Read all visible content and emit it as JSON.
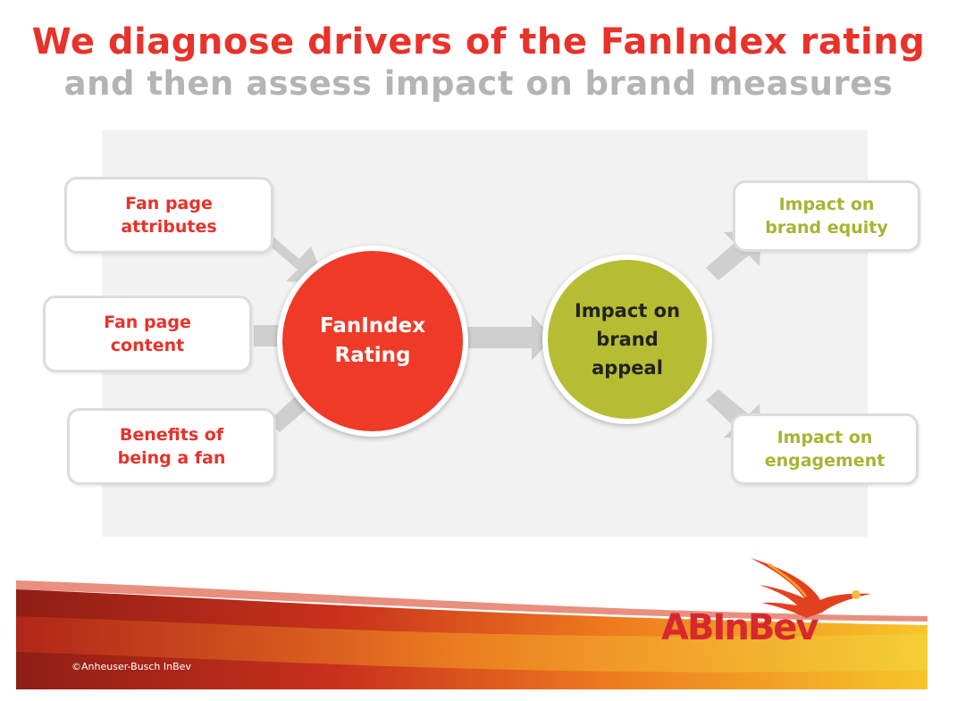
{
  "title": {
    "line1": "We diagnose drivers of the FanIndex rating",
    "line2": "and then assess impact on brand measures"
  },
  "inputs": [
    {
      "line1": "Fan page",
      "line2": "attributes"
    },
    {
      "line1": "Fan page",
      "line2": "content"
    },
    {
      "line1": "Benefits of",
      "line2": "being a fan"
    }
  ],
  "center": {
    "line1": "FanIndex",
    "line2": "Rating"
  },
  "appeal": {
    "line1": "Impact on",
    "line2": "brand",
    "line3": "appeal"
  },
  "outputs": [
    {
      "line1": "Impact on",
      "line2": "brand equity"
    },
    {
      "line1": "Impact on",
      "line2": "engagement"
    }
  ],
  "footer": {
    "copyright": "©Anheuser-Busch InBev",
    "logo_ab": "AB",
    "logo_inbev": "InBev"
  },
  "colors": {
    "red": "#e8322a",
    "green": "#a5b532",
    "grey_title": "#b4b4b4",
    "arrow": "#cfcfcf"
  }
}
